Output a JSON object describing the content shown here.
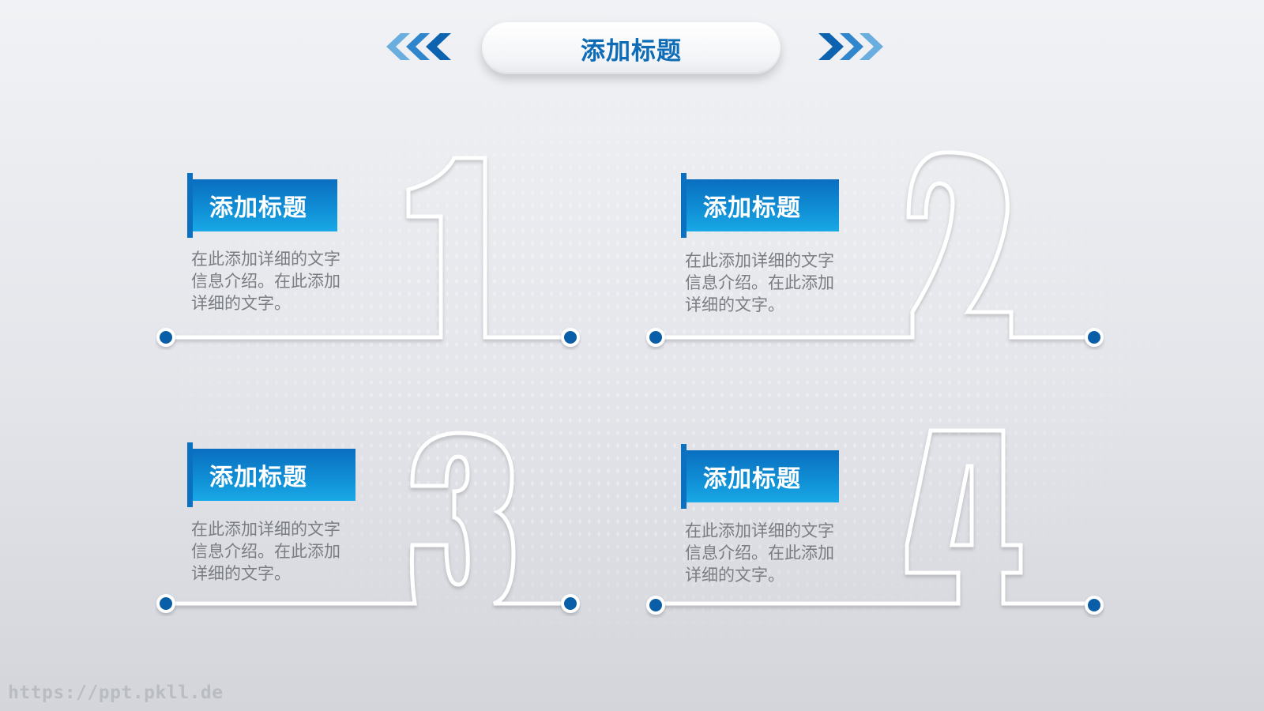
{
  "header": {
    "title": "添加标题",
    "left_icon": "chevrons-left-icon",
    "right_icon": "chevrons-right-icon"
  },
  "colors": {
    "accent": "#0e6bb5",
    "tag_gradient_top": "#0a6ec0",
    "tag_gradient_bottom": "#19a9e6",
    "dot": "#0a5ea8",
    "outline": "#ffffff",
    "body_text": "#7a7d82"
  },
  "cards": [
    {
      "number": "1",
      "title": "添加标题",
      "lines": [
        "在此添加详细的文字",
        "信息介绍。在此添加",
        "详细的文字。"
      ]
    },
    {
      "number": "2",
      "title": "添加标题",
      "lines": [
        "在此添加详细的文字",
        "信息介绍。在此添加",
        "详细的文字。"
      ]
    },
    {
      "number": "3",
      "title": "添加标题",
      "lines": [
        "在此添加详细的文字",
        "信息介绍。在此添加",
        "详细的文字。"
      ]
    },
    {
      "number": "4",
      "title": "添加标题",
      "lines": [
        "在此添加详细的文字",
        "信息介绍。在此添加",
        "详细的文字。"
      ]
    }
  ],
  "footer": {
    "watermark": "https://ppt.pkll.de"
  }
}
